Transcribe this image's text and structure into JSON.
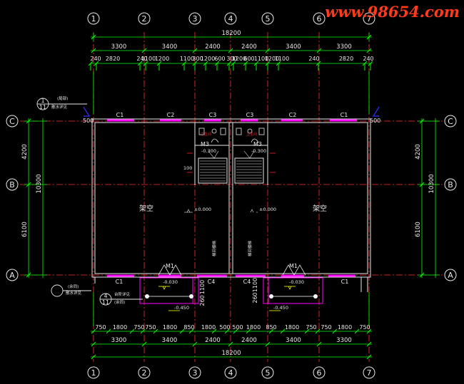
{
  "watermark": "www.98654.com",
  "grid_axes": [
    "1",
    "2",
    "3",
    "4",
    "5",
    "6",
    "7"
  ],
  "grid_rows": [
    "C",
    "B",
    "A"
  ],
  "dims": {
    "total": "18200",
    "bays": [
      "3300",
      "3400",
      "2400",
      "2400",
      "3400",
      "3300"
    ],
    "detail_top": [
      "240",
      "2820",
      "240",
      "1100",
      "1200",
      "1100",
      "300",
      "1200",
      "600",
      "300",
      "1200",
      "600",
      "1100",
      "1200",
      "1100",
      "240",
      "2820",
      "240"
    ],
    "detail_bottom": [
      "750",
      "1800",
      "750",
      "750",
      "1800",
      "850",
      "1800",
      "500",
      "500",
      "1800",
      "850",
      "1800",
      "750",
      "750",
      "1800",
      "750"
    ],
    "left_vertical": [
      "4200",
      "10300",
      "6100"
    ],
    "right_vertical": [
      "4200",
      "10300",
      "6100"
    ],
    "offset_left": "500",
    "offset_right": "500",
    "porch_h": [
      "1100",
      "260"
    ],
    "porch_h2": [
      "260",
      "1100"
    ],
    "stair_100": "100"
  },
  "labels": {
    "c1": "C1",
    "c2": "C2",
    "c3": "C3",
    "c4": "C4",
    "m1": "M1",
    "m3": "M3",
    "void_left": "架空",
    "void_right": "架空",
    "elev_zero": "±0.000",
    "elev_m0030": "-0.030",
    "elev_m0450": "-0.450",
    "elev_m0300": "-0.300",
    "stair_note": "梯间楼梯",
    "wc_note": "卫生间",
    "detail_1": "1",
    "detail_11": "11",
    "detail_4": "4",
    "note_tl_a": "(局部)",
    "note_tl_b": "散水详见",
    "note_bl_a": "(余同)",
    "note_bl_b": "散水详见",
    "note_b4_a": "台阶详见",
    "note_b4_b": "(余同)"
  },
  "colors": {
    "axis_line": "#ff3030",
    "axis_bubble": "#e8e8e8",
    "dim": "#00ff00",
    "wall": "#e8e8e8",
    "window": "#ff00ff",
    "cyan": "#00ffff",
    "yellow": "#ffff00",
    "marker_blue": "#3030ff",
    "red_text": "#ff2020"
  }
}
